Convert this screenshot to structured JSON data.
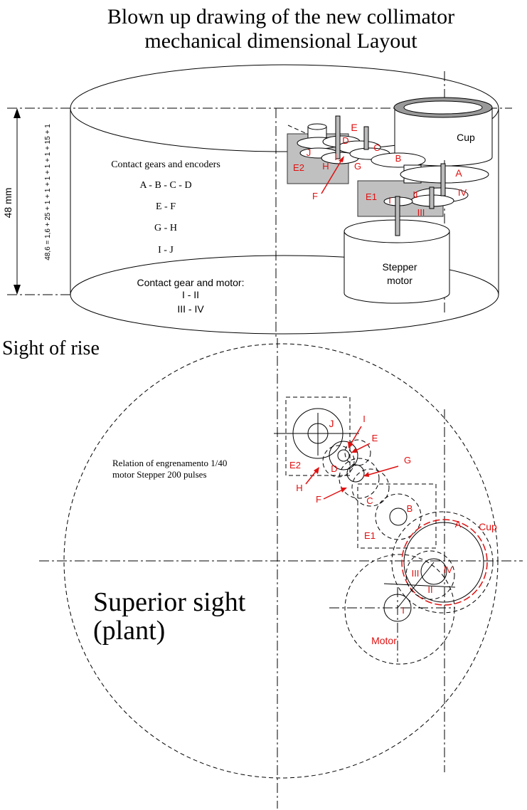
{
  "title_line1": "Blown up drawing of the new collimator",
  "title_line2": "mechanical dimensional Layout",
  "dimension_height": "48 mm",
  "dimension_formula": "48,6 = 1,6 + 25 + 1 + 1 + 1 + 1 + 1 + 15 + 1",
  "contact_gears_title": "Contact gears and encoders",
  "contact_gears_pairs": [
    "A - B - C - D",
    "E - F",
    "G - H",
    "I - J"
  ],
  "motor_contact_title": "Contact gear and motor:",
  "motor_contact_pairs": [
    "I - II",
    "III - IV"
  ],
  "cup_label": "Cup",
  "stepper_line1": "Stepper",
  "stepper_line2": "motor",
  "section_rise": "Sight of rise",
  "relation_line1": "Relation of engrenamento 1/40",
  "relation_line2": "motor Stepper 200 pulses",
  "superior_line1": "Superior sight",
  "superior_line2": "(plant)",
  "motor_label": "Motor",
  "gear_labels": {
    "A": "A",
    "B": "B",
    "C": "C",
    "D": "D",
    "E": "E",
    "F": "F",
    "G": "G",
    "H": "H",
    "I": "I",
    "J": "J",
    "E1": "E1",
    "E2": "E2",
    "r1": "I",
    "r2": "II",
    "r3": "III",
    "r4": "IV"
  },
  "colors": {
    "annotation": "#e01010",
    "block": "#c0c0c0",
    "line": "#000000"
  }
}
